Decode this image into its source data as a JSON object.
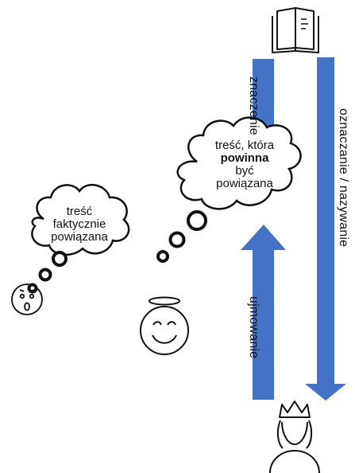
{
  "arrows": {
    "top_label": "znaczenie",
    "bottom_label": "ujmowanie",
    "right_label": "oznaczanie / nazywanie",
    "color": "#4472c4"
  },
  "cloud_center": {
    "line1": "treść, która",
    "line2": "powinna",
    "line3": "być",
    "line4": "powiązana"
  },
  "cloud_left": {
    "line1": "treść",
    "line2": "faktycznie",
    "line3": "powiązana"
  },
  "icons": {
    "book": "book-icon",
    "angel": "angel-smiley-icon",
    "surprised": "surprised-face-icon",
    "king": "king-icon"
  }
}
